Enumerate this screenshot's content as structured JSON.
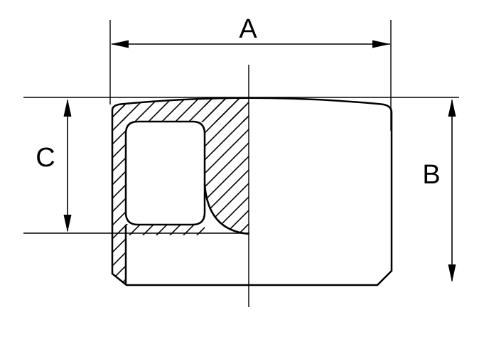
{
  "drawing": {
    "background_color": "#ffffff",
    "line_color": "#000000",
    "dimension_labels": {
      "a": "A",
      "b": "B",
      "c": "C"
    }
  }
}
